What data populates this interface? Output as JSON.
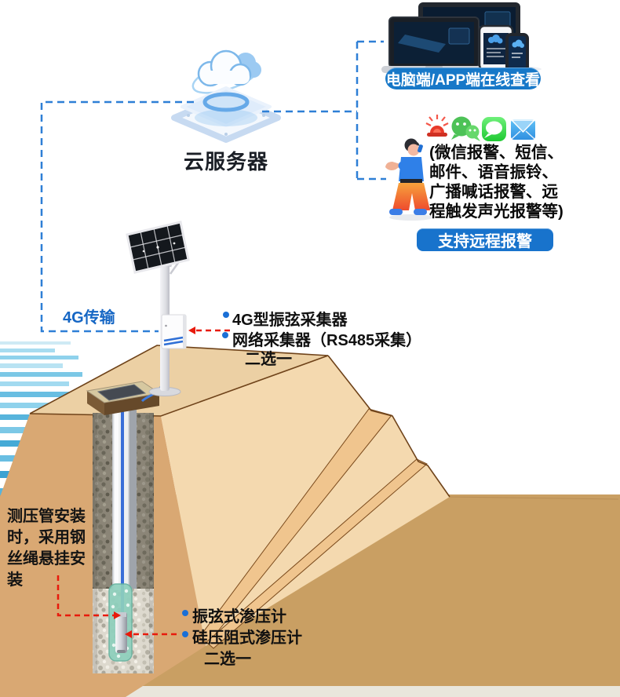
{
  "cloud_server": {
    "label": "云服务器"
  },
  "transmission": {
    "label": "4G传输"
  },
  "devices_panel": {
    "badge": "电脑端/APP端在线查看"
  },
  "alarm_panel": {
    "lines": [
      "(微信报警、短信、",
      "邮件、语音振铃、",
      "广播喊话报警、远",
      "程触发声光报警等)"
    ],
    "badge": "支持远程报警",
    "icons": [
      "alarm-siren-icon",
      "wechat-icon",
      "messages-icon",
      "mail-icon"
    ]
  },
  "collector_labels": {
    "option1": "4G型振弦采集器",
    "option2": "网络采集器（RS485采集）",
    "choose": "二选一"
  },
  "piezometer_labels": {
    "option1": "振弦式渗压计",
    "option2": "硅压阻式渗压计",
    "choose": "二选一"
  },
  "install_note": "测压管安装时，采用钢丝绳悬挂安装",
  "colors": {
    "badge_blue": "#1778c8",
    "link_blue": "#2e7fd6",
    "alert_red": "#e81a0c",
    "text_blue": "#1566c4",
    "text_dark": "#0d0d0d",
    "dam_top": "#ecd0a4",
    "dam_front": "#d9a873",
    "ground": "#c99f63"
  }
}
